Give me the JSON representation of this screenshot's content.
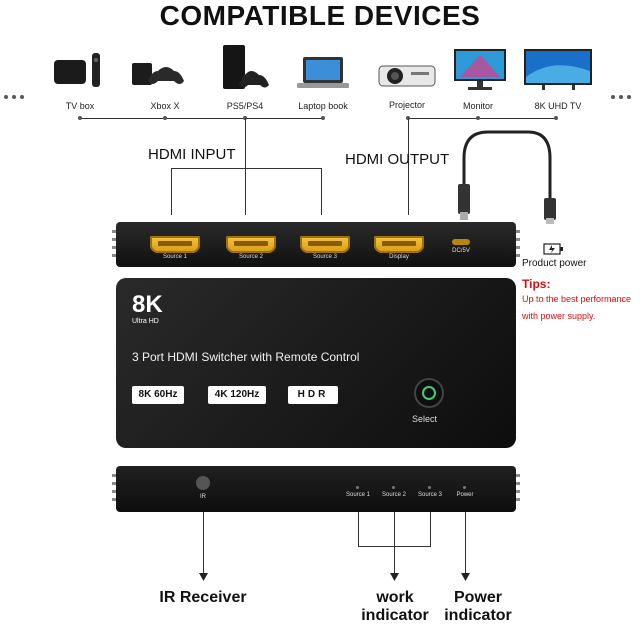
{
  "title": "COMPATIBLE DEVICES",
  "inputs": [
    {
      "label": "TV box",
      "icon": "tv-box-icon"
    },
    {
      "label": "Xbox X",
      "icon": "xbox-icon"
    },
    {
      "label": "PS5/PS4",
      "icon": "playstation-icon"
    },
    {
      "label": "Laptop book",
      "icon": "laptop-icon"
    }
  ],
  "outputs": [
    {
      "label": "Projector",
      "icon": "projector-icon"
    },
    {
      "label": "Monitor",
      "icon": "monitor-icon"
    },
    {
      "label": "8K UHD TV",
      "icon": "tv-icon"
    }
  ],
  "hdmi_input_label": "HDMI INPUT",
  "hdmi_output_label": "HDMI OUTPUT",
  "ports": [
    "Source 1",
    "Source 2",
    "Source 3",
    "Display",
    "DC/5V"
  ],
  "product_power": "Product power",
  "tips": {
    "title": "Tips:",
    "line1": "Up to the best performance",
    "line2": "with power supply."
  },
  "device": {
    "logo_top": "8K",
    "logo_sub": "Ultra HD",
    "name": "3 Port HDMI Switcher with Remote Control",
    "badges": [
      "8K 60Hz",
      "4K 120Hz",
      "HDR"
    ],
    "select_label": "Select"
  },
  "front": {
    "ir_label": "IR",
    "indicators": [
      "Source 1",
      "Source 2",
      "Source 3",
      "Power"
    ]
  },
  "callouts": {
    "ir_receiver": "IR Receiver",
    "work_indicator_1": "work",
    "work_indicator_2": "indicator",
    "power_indicator_1": "Power",
    "power_indicator_2": "indicator"
  },
  "colors": {
    "hdmi_gold": "#e0a820",
    "tips_red": "#d01010",
    "device_body": "#1a1a1a",
    "select_ring": "#3ad07a"
  }
}
